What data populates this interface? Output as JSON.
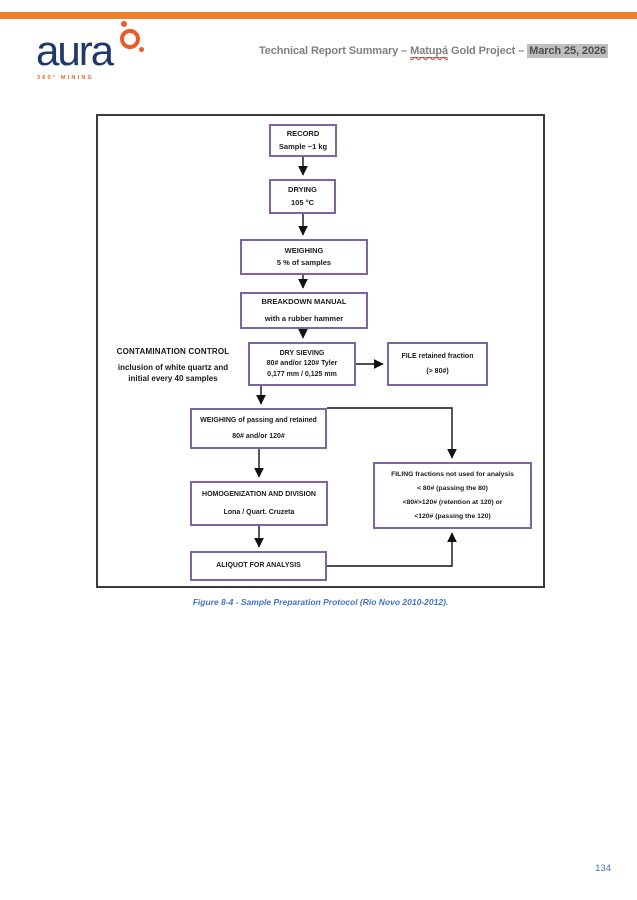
{
  "header": {
    "title_prefix": "Technical Report Summary – ",
    "title_project": "Matupá",
    "title_middle": " Gold Project – ",
    "title_date": "March 25, 2026"
  },
  "logo": {
    "wordmark": "aura",
    "tagline": "360° MINING"
  },
  "figure": {
    "caption": "Figure 8-4 - Sample Preparation Protocol (Rio Novo 2010-2012).",
    "side_note": {
      "line1": "CONTAMINATION CONTROL",
      "line2": "inclusion of white quartz and",
      "line3": "initial every 40 samples"
    },
    "boxes": {
      "record": {
        "title": "RECORD",
        "subtitle": "Sample ~1 kg"
      },
      "drying": {
        "title": "DRYING",
        "subtitle": "105 °C"
      },
      "weighing": {
        "title": "WEIGHING",
        "subtitle": "5 % of samples"
      },
      "breakdown": {
        "title": "BREAKDOWN MANUAL",
        "subtitle": "with a rubber hammer"
      },
      "dry_sieving": {
        "title": "DRY SIEVING",
        "line2": "80# and/or 120# Tyler",
        "line3": "0,177 mm / 0,125 mm"
      },
      "file_retained": {
        "title": "FILE retained fraction",
        "subtitle": "(> 80#)"
      },
      "weighing_passing": {
        "title": "WEIGHING of passing and retained",
        "subtitle": "80# and/or 120#"
      },
      "homogenization": {
        "title": "HOMOGENIZATION AND DIVISION",
        "subtitle": "Lona / Quart. Cruzeta"
      },
      "filing": {
        "line1": "FILING fractions not used for analysis",
        "line2": "< 80# (passing the 80)",
        "line3": "<80#>120# (retention at 120) or",
        "line4": "<120# (passing the 120)"
      },
      "aliquot": {
        "title": "ALIQUOT FOR ANALYSIS"
      }
    }
  },
  "footer": {
    "page_number": "134"
  },
  "colors": {
    "accent_orange": "#EE7F2D",
    "logo_navy": "#21386B",
    "logo_orange": "#EA5A2B",
    "box_border_purple": "#8064A2",
    "caption_blue": "#4472C4",
    "header_gray": "#808080",
    "highlight_gray": "#BEBEBE"
  }
}
